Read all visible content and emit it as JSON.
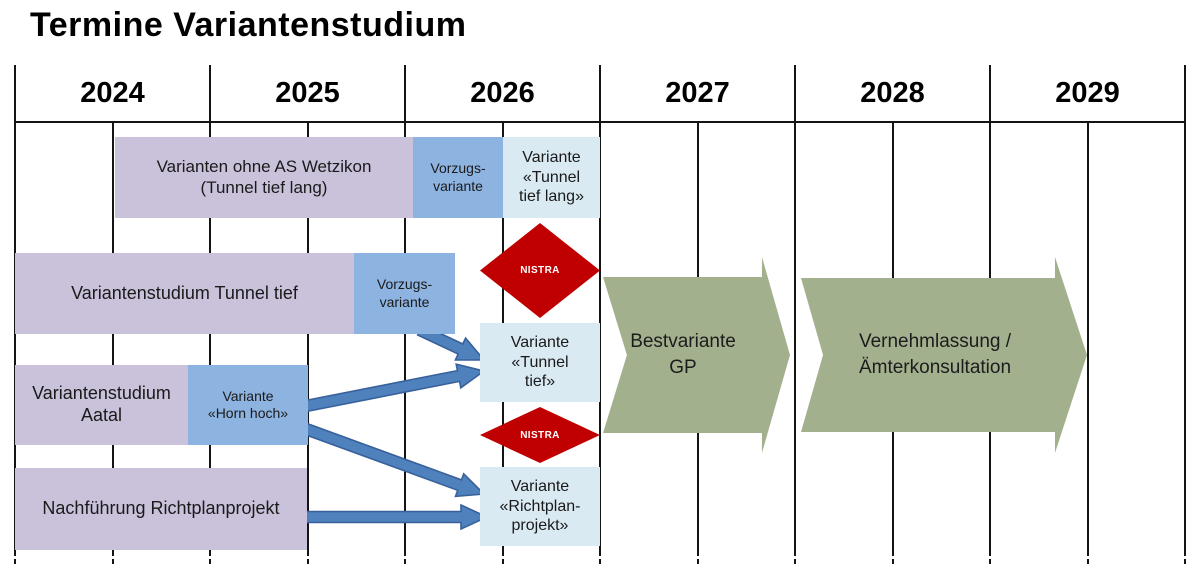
{
  "title": "Termine Variantenstudium",
  "years": [
    "2024",
    "2025",
    "2026",
    "2027",
    "2028",
    "2029"
  ],
  "boxes": {
    "wetzikon": "Varianten ohne AS Wetzikon\n(Tunnel tief lang)",
    "vorzugs1": "Vorzugs-\nvariante",
    "variante_tunnel_tief_lang": "Variante\n«Tunnel\ntief lang»",
    "studium_tunnel_tief": "Variantenstudium Tunnel tief",
    "vorzugs2": "Vorzugs-\nvariante",
    "studium_aatal": "Variantenstudium\nAatal",
    "variante_horn_hoch": "Variante\n«Horn hoch»",
    "nachfuehrung_richtplan": "Nachführung Richtplanprojekt",
    "variante_tunnel_tief": "Variante\n«Tunnel\ntief»",
    "variante_richtplanprojekt": "Variante\n«Richtplan-\nprojekt»"
  },
  "milestones": {
    "nistra1": "NISTRA",
    "nistra2": "NISTRA"
  },
  "process_arrows": {
    "bestvariante": "Bestvariante\nGP",
    "vernehmlassung": "Vernehmlassung /\nÄmterkonsultation"
  },
  "colors": {
    "purple": "#cac1db",
    "blue": "#8db3e1",
    "lightblue": "#daeaf3",
    "red": "#c00000",
    "green": "#a3b08e",
    "arrowblue": "#4f81bd",
    "arrowborder": "#38619b",
    "line": "#141414",
    "text": "#1a1a1a"
  }
}
